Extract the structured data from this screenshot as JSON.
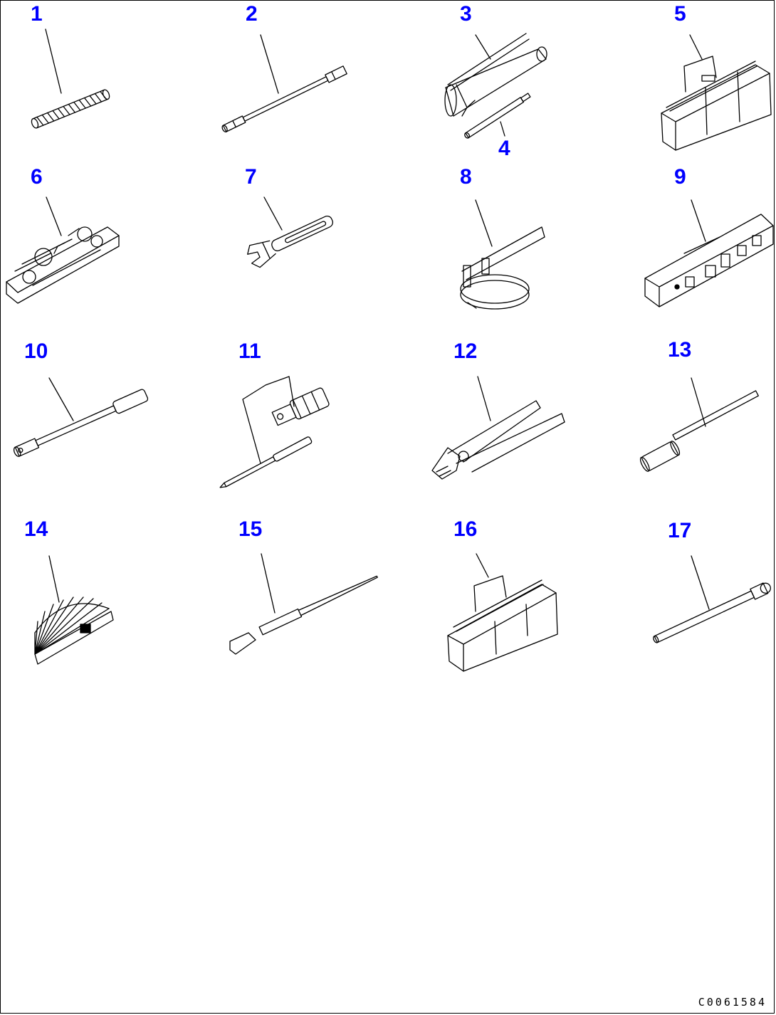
{
  "callouts": [
    "1",
    "2",
    "3",
    "4",
    "5",
    "6",
    "7",
    "8",
    "9",
    "10",
    "11",
    "12",
    "13",
    "14",
    "15",
    "16",
    "17"
  ],
  "drawing_code": "C0061584",
  "callout_color": "#0000ff",
  "parts": [
    {
      "ref": "1",
      "icon": "coil-spring-icon"
    },
    {
      "ref": "2",
      "icon": "extension-bar-icon"
    },
    {
      "ref": "3",
      "icon": "grease-gun-icon"
    },
    {
      "ref": "4",
      "icon": "nozzle-pipe-icon"
    },
    {
      "ref": "5",
      "icon": "tool-bag-icon"
    },
    {
      "ref": "6",
      "icon": "wrench-set-icon"
    },
    {
      "ref": "7",
      "icon": "adjustable-wrench-icon"
    },
    {
      "ref": "8",
      "icon": "filter-wrench-icon"
    },
    {
      "ref": "9",
      "icon": "socket-set-icon"
    },
    {
      "ref": "10",
      "icon": "socket-handle-icon"
    },
    {
      "ref": "11",
      "icon": "screwdriver-set-icon"
    },
    {
      "ref": "12",
      "icon": "pliers-icon"
    },
    {
      "ref": "13",
      "icon": "hammer-icon"
    },
    {
      "ref": "14",
      "icon": "feeler-gauge-icon"
    },
    {
      "ref": "15",
      "icon": "pry-bar-icon"
    },
    {
      "ref": "16",
      "icon": "tool-bag-icon"
    },
    {
      "ref": "17",
      "icon": "torque-bar-icon"
    }
  ]
}
